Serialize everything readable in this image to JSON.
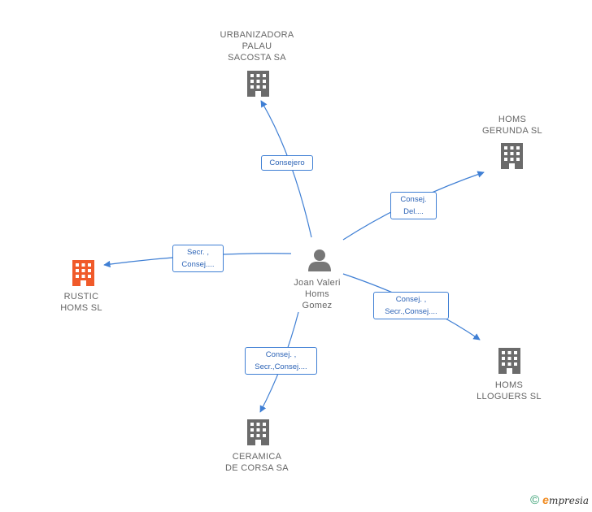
{
  "colors": {
    "edge": "#3f7fd4",
    "company": "#6b6b6b",
    "company_highlight": "#f05a2a",
    "person": "#777777"
  },
  "center": {
    "name": "Joan Valeri\nHoms\nGomez",
    "icon": "person-icon"
  },
  "companies": {
    "urbanizadora": {
      "name": "URBANIZADORA\nPALAU\nSACOSTA SA",
      "icon": "building-icon"
    },
    "gerunda": {
      "name": "HOMS\nGERUNDA SL",
      "icon": "building-icon"
    },
    "rustic": {
      "name": "RUSTIC\nHOMS SL",
      "icon": "building-icon"
    },
    "lloguers": {
      "name": "HOMS\nLLOGUERS SL",
      "icon": "building-icon"
    },
    "ceramica": {
      "name": "CERAMICA\nDE CORSA SA",
      "icon": "building-icon"
    }
  },
  "relations": {
    "urbanizadora": "Consejero",
    "gerunda": "Consej.\nDel....",
    "rustic": "Secr. ,\nConsej....",
    "lloguers": "Consej. ,\nSecr.,Consej....",
    "ceramica": "Consej. ,\nSecr.,Consej...."
  },
  "footer": {
    "copyright_symbol": "©",
    "brand_e": "e",
    "brand_rest": "mpresia"
  }
}
